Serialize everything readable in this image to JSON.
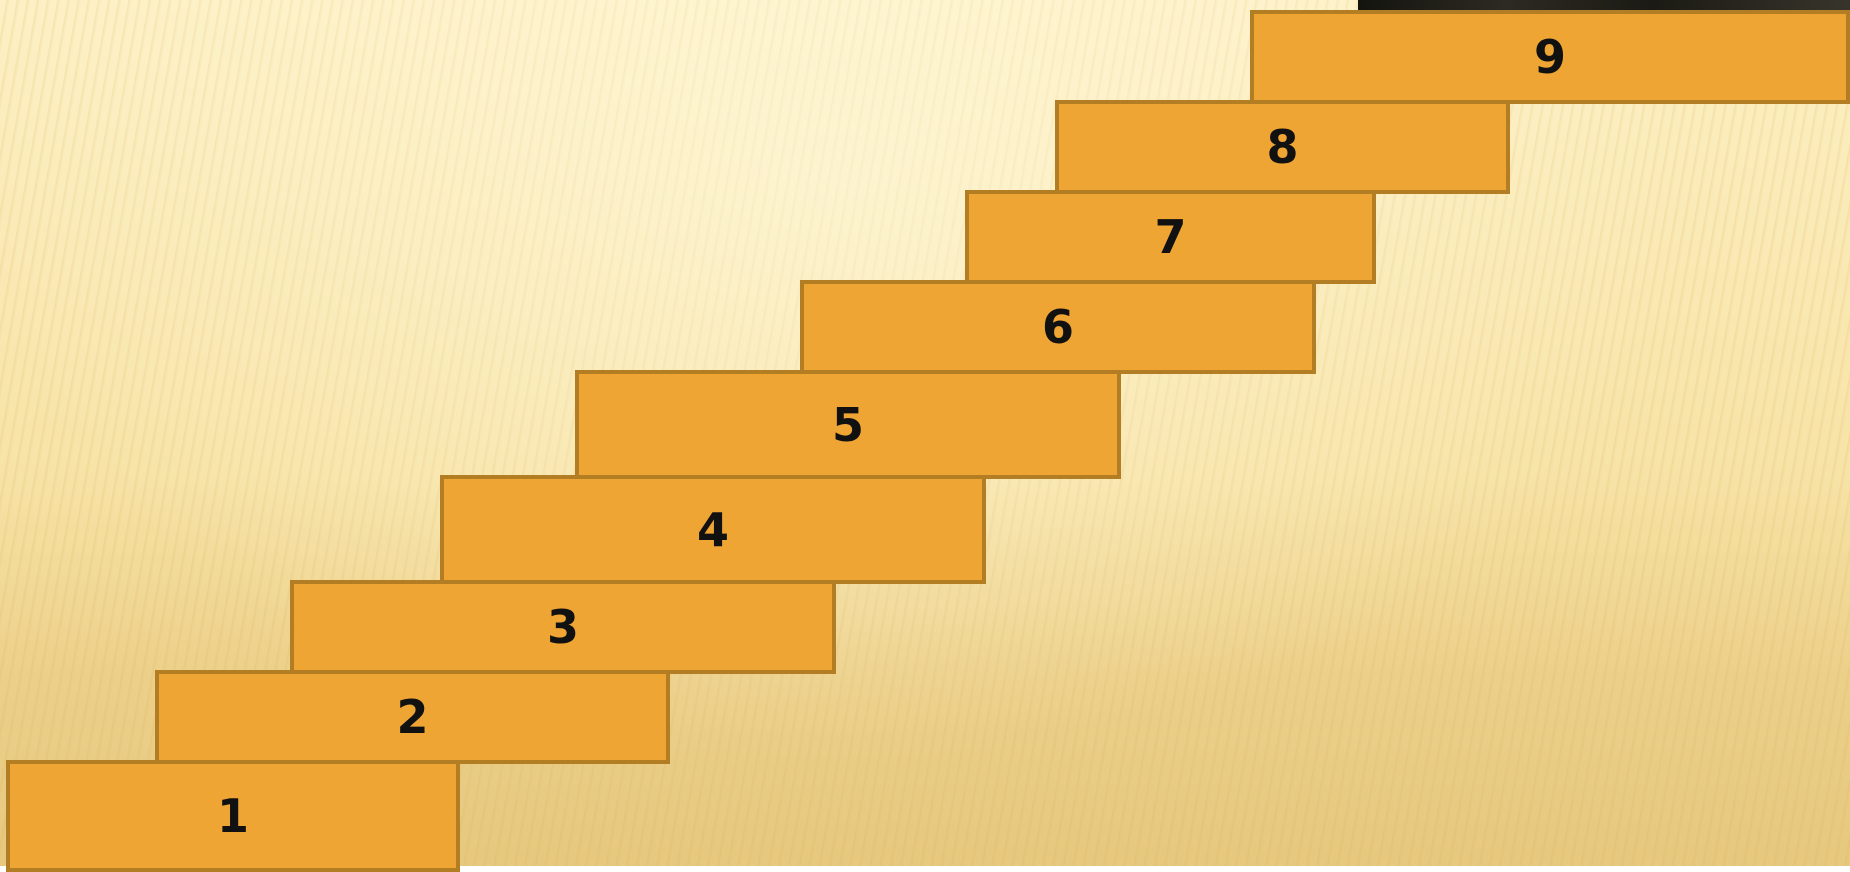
{
  "steps": [
    {
      "label": "1"
    },
    {
      "label": "2"
    },
    {
      "label": "3"
    },
    {
      "label": "4"
    },
    {
      "label": "5"
    },
    {
      "label": "6"
    },
    {
      "label": "7"
    },
    {
      "label": "8"
    },
    {
      "label": "9"
    }
  ]
}
